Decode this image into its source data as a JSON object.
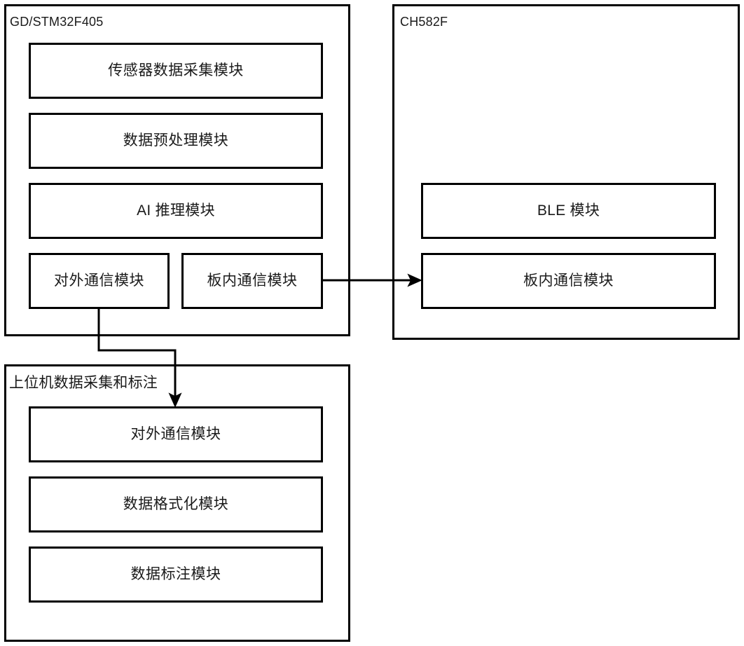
{
  "diagram": {
    "title_mcu": "GD/STM32F405",
    "title_ble": "CH582F",
    "title_host": "上位机数据采集和标注",
    "mcu_modules": [
      {
        "label": "传感器数据采集模块"
      },
      {
        "label": "数据预处理模块"
      },
      {
        "label": "AI 推理模块"
      },
      {
        "label": "对外通信模块"
      },
      {
        "label": "板内通信模块"
      }
    ],
    "ble_modules": [
      {
        "label": "BLE 模块"
      },
      {
        "label": "板内通信模块"
      }
    ],
    "host_modules": [
      {
        "label": "对外通信模块"
      },
      {
        "label": "数据格式化模块"
      },
      {
        "label": "数据标注模块"
      }
    ],
    "connectors": [
      {
        "name": "mcu-inboard-to-ble-inboard",
        "from": "板内通信模块",
        "to": "板内通信模块"
      },
      {
        "name": "mcu-external-to-host-external",
        "from": "对外通信模块",
        "to": "对外通信模块"
      }
    ],
    "colors": {
      "stroke": "#000000",
      "text": "#1a1a1a",
      "background": "#ffffff"
    }
  }
}
